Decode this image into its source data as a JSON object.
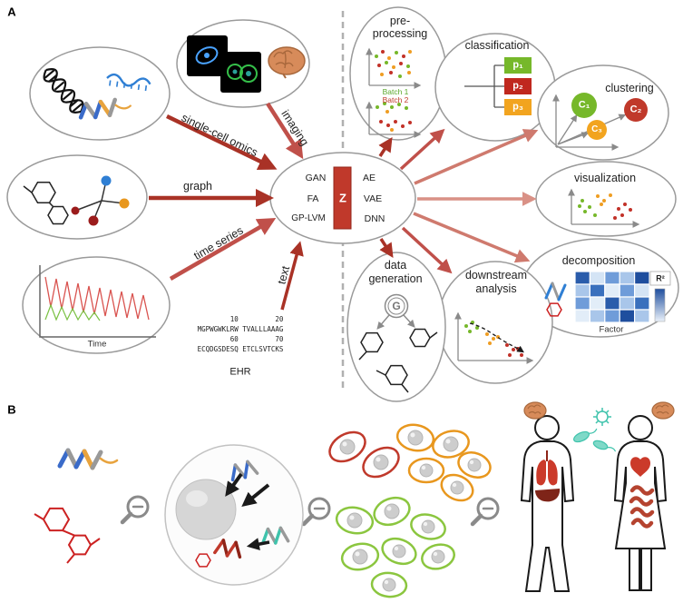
{
  "figure": {
    "panel_a_label": "A",
    "panel_b_label": "B"
  },
  "inputs": {
    "single_cell_omics": "single-cell omics",
    "imaging": "imaging",
    "graph": "graph",
    "time_series": "time series",
    "text": "text",
    "time_axis": "Time",
    "ehr": {
      "ruler1": "        10         20",
      "seq1": "MGPWGWKLRW TVALLLAAAG",
      "ruler2": "        60         70",
      "seq2": "ECQDGSDESQ ETCLSVTCKS",
      "label": "EHR"
    }
  },
  "latent_space": {
    "gan": "GAN",
    "fa": "FA",
    "gp_lvm": "GP-LVM",
    "z": "Z",
    "ae": "AE",
    "vae": "VAE",
    "dnn": "DNN"
  },
  "outputs": {
    "preprocessing": {
      "title_line1": "pre-",
      "title_line2": "processing",
      "batch1": "Batch 1",
      "batch2": "Batch 2"
    },
    "classification": {
      "title": "classification",
      "p1": "p₁",
      "p2": "p₂",
      "p3": "p₃"
    },
    "clustering": {
      "title": "clustering",
      "c1": "C₁",
      "c2": "C₂",
      "c3": "C₃"
    },
    "visualization": {
      "title": "visualization"
    },
    "decomposition": {
      "title": "decomposition",
      "r_squared": "R²",
      "factor": "Factor"
    },
    "downstream_analysis": {
      "title_line1": "downstream",
      "title_line2": "analysis"
    },
    "data_generation": {
      "title_line1": "data",
      "title_line2": "generation",
      "generator": "G"
    }
  },
  "colors": {
    "arrow_dark_red": "#a93226",
    "arrow_mid_red": "#c0504a",
    "arrow_light_red": "#cf7a6e",
    "latent_bar_red": "#c0392b",
    "class_green": "#76b82a",
    "class_red": "#c0281e",
    "class_orange": "#f2a41f",
    "heatmap_blue": "#1f4e9e",
    "microbe_teal": "#3fc3ac"
  }
}
